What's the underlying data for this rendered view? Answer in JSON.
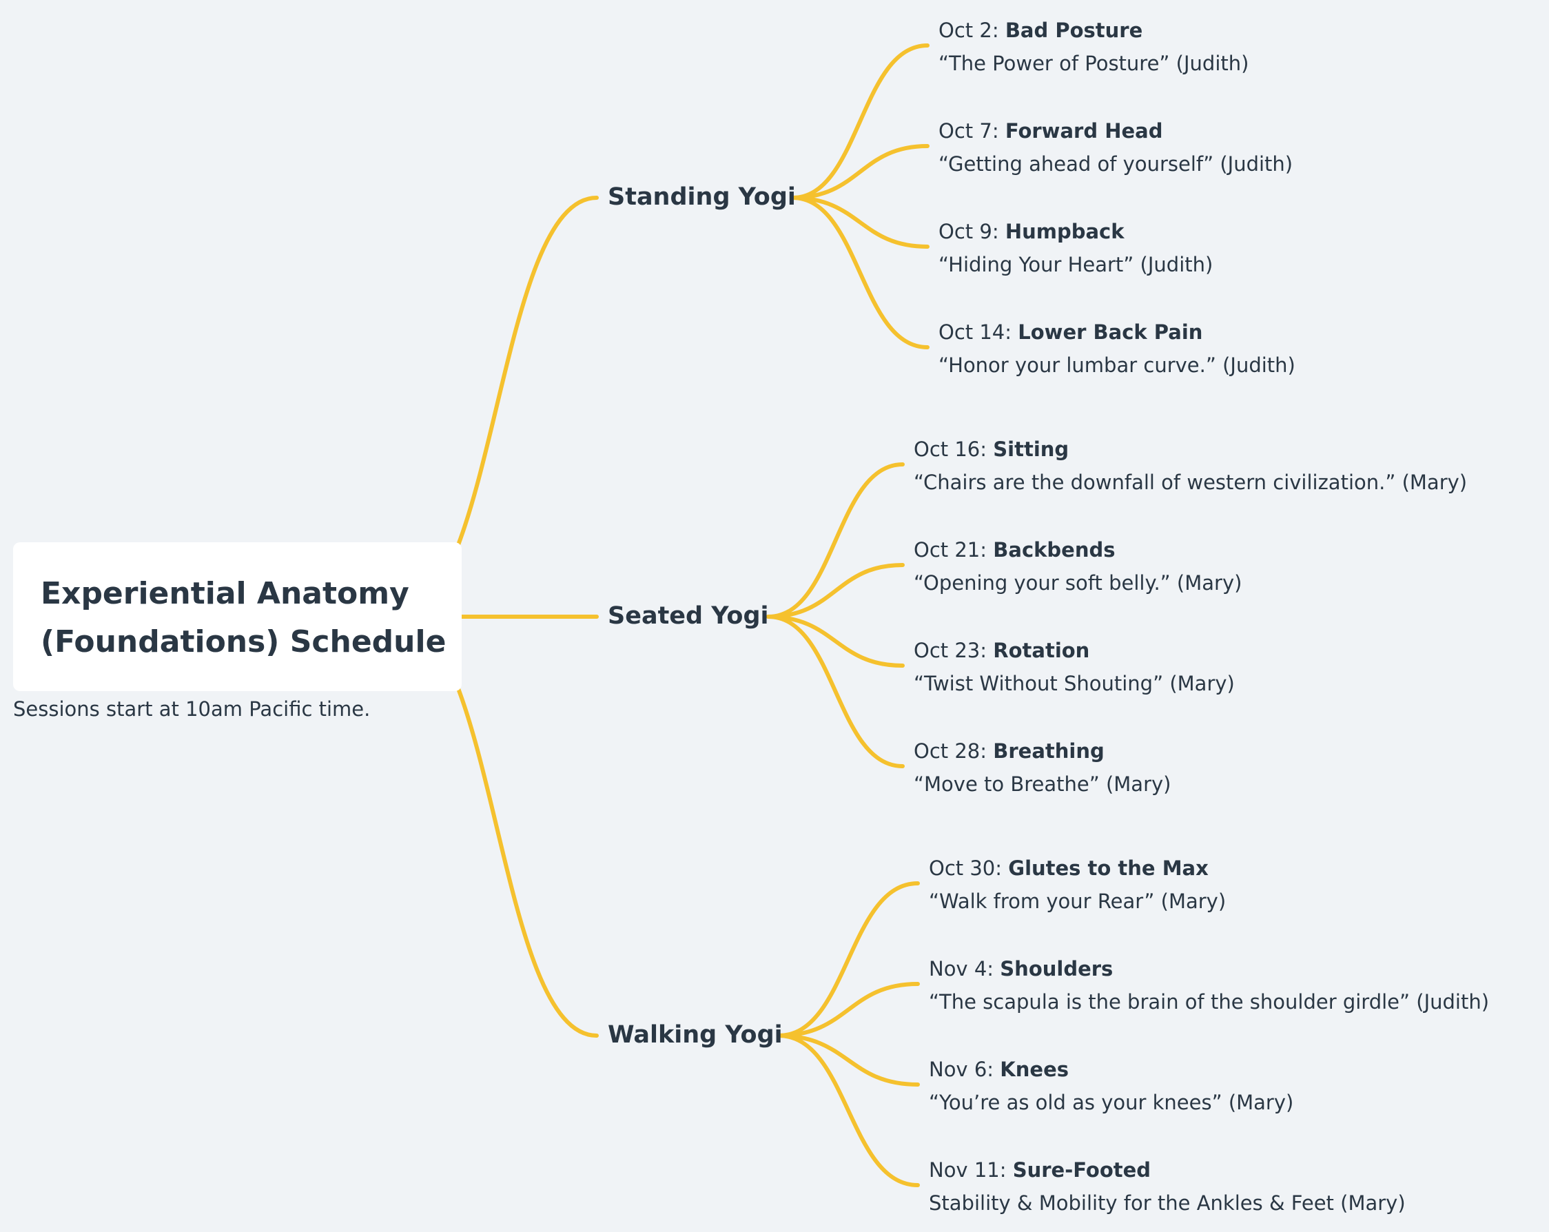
{
  "root": {
    "title_line1": "Experiential Anatomy",
    "title_line2": "(Foundations)  Schedule",
    "note": "Sessions start at 10am Pacific time."
  },
  "connector_color": "#f5c12e",
  "branches": [
    {
      "label": "Standing Yogi",
      "sessions": [
        {
          "date": "Oct 2",
          "topic": "Bad Posture",
          "detail": "“The Power of Posture” (Judith)"
        },
        {
          "date": "Oct 7",
          "topic": "Forward Head",
          "detail": "“Getting ahead of yourself” (Judith)"
        },
        {
          "date": "Oct 9",
          "topic": "Humpback",
          "detail": "“Hiding Your Heart” (Judith)"
        },
        {
          "date": "Oct 14",
          "topic": "Lower Back Pain",
          "detail": "“Honor your lumbar curve.” (Judith)"
        }
      ]
    },
    {
      "label": "Seated Yogi",
      "sessions": [
        {
          "date": "Oct 16",
          "topic": "Sitting",
          "detail": "“Chairs are the downfall of western civilization.” (Mary)"
        },
        {
          "date": "Oct 21",
          "topic": "Backbends",
          "detail": "“Opening your soft belly.” (Mary)"
        },
        {
          "date": "Oct 23",
          "topic": "Rotation",
          "detail": "“Twist Without Shouting” (Mary)"
        },
        {
          "date": "Oct 28",
          "topic": "Breathing",
          "detail": "“Move to Breathe” (Mary)"
        }
      ]
    },
    {
      "label": "Walking Yogi",
      "sessions": [
        {
          "date": "Oct 30",
          "topic": "Glutes to the Max",
          "detail": "“Walk from your Rear” (Mary)"
        },
        {
          "date": "Nov 4",
          "topic": "Shoulders",
          "detail": "“The scapula is the brain of the shoulder girdle” (Judith)"
        },
        {
          "date": "Nov 6",
          "topic": "Knees",
          "detail": "“You’re as old as your knees” (Mary)"
        },
        {
          "date": "Nov 11",
          "topic": "Sure-Footed",
          "detail": "Stability & Mobility for the Ankles & Feet (Mary)"
        }
      ]
    }
  ]
}
